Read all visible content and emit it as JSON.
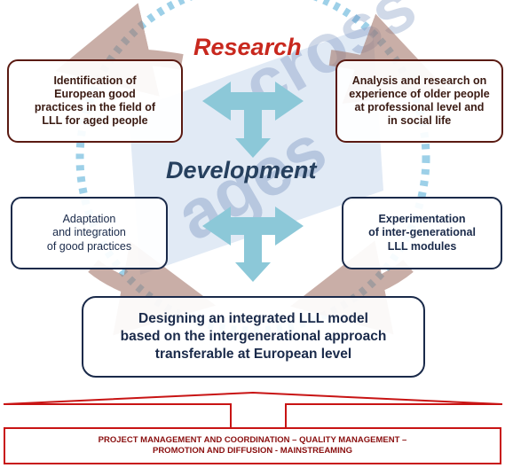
{
  "headings": {
    "research": "Research",
    "development": "Development"
  },
  "watermark": {
    "line1": "cross",
    "line2": "ages"
  },
  "boxes": {
    "identification": "Identification of\nEuropean good\npractices in the field of\nLLL for aged people",
    "analysis": "Analysis and research on\nexperience of older people\nat professional level and\nin social life",
    "adaptation": "Adaptation\nand integration\nof good practices",
    "experimentation": "Experimentation\nof inter-generational\nLLL modules",
    "designing": "Designing an integrated LLL model\nbased on the intergenerational approach\ntransferable at European level",
    "project": "PROJECT MANAGEMENT AND COORDINATION – QUALITY MANAGEMENT –\nPROMOTION AND DIFFUSION - MAINSTREAMING"
  },
  "colors": {
    "research_red": "#c8281e",
    "development_navy": "#26405e",
    "arrow_light_blue": "#8cc8d8",
    "cycle_arrow": "#a67a6e",
    "dots_blue": "#8cc8e4",
    "watermark_blue": "#5a78b0",
    "band_red": "#c81414"
  }
}
